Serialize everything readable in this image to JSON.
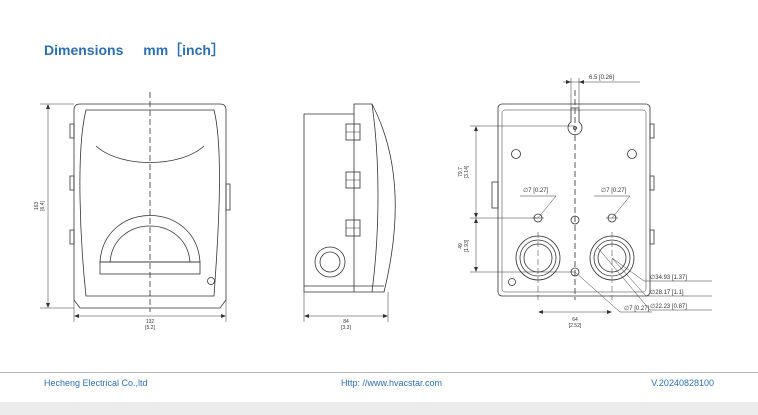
{
  "header": {
    "title": "Dimensions",
    "unit": "mm［inch］"
  },
  "front_view": {
    "height_mm": "163",
    "height_in": "[6.4]",
    "width_mm": "132",
    "width_in": "[5.2]"
  },
  "side_view": {
    "depth_mm": "84",
    "depth_in": "[3.3]"
  },
  "back_view": {
    "slot_width": "6.5 [0.26]",
    "upper_dist_mm": "79.7",
    "upper_dist_in": "[3.14]",
    "lower_dist_mm": "49",
    "lower_dist_in": "[1.93]",
    "hole_spacing_mm": "64",
    "hole_spacing_in": "[2.52]",
    "hole_left": "∅7 [0.27]",
    "hole_right": "∅7 [0.27]",
    "hole_bottom": "∅7 [0.27]",
    "dia_large": "∅34.93 [1.37]",
    "dia_mid": "∅28.17 [1.1]",
    "dia_small": "∅22.23 [0.87]"
  },
  "footer": {
    "company": "Hecheng Electrical Co.,ltd",
    "website": "Http: //www.hvacstar.com",
    "version": "V.20240828100"
  },
  "colors": {
    "accent": "#2a6fb3",
    "line": "#333333"
  }
}
